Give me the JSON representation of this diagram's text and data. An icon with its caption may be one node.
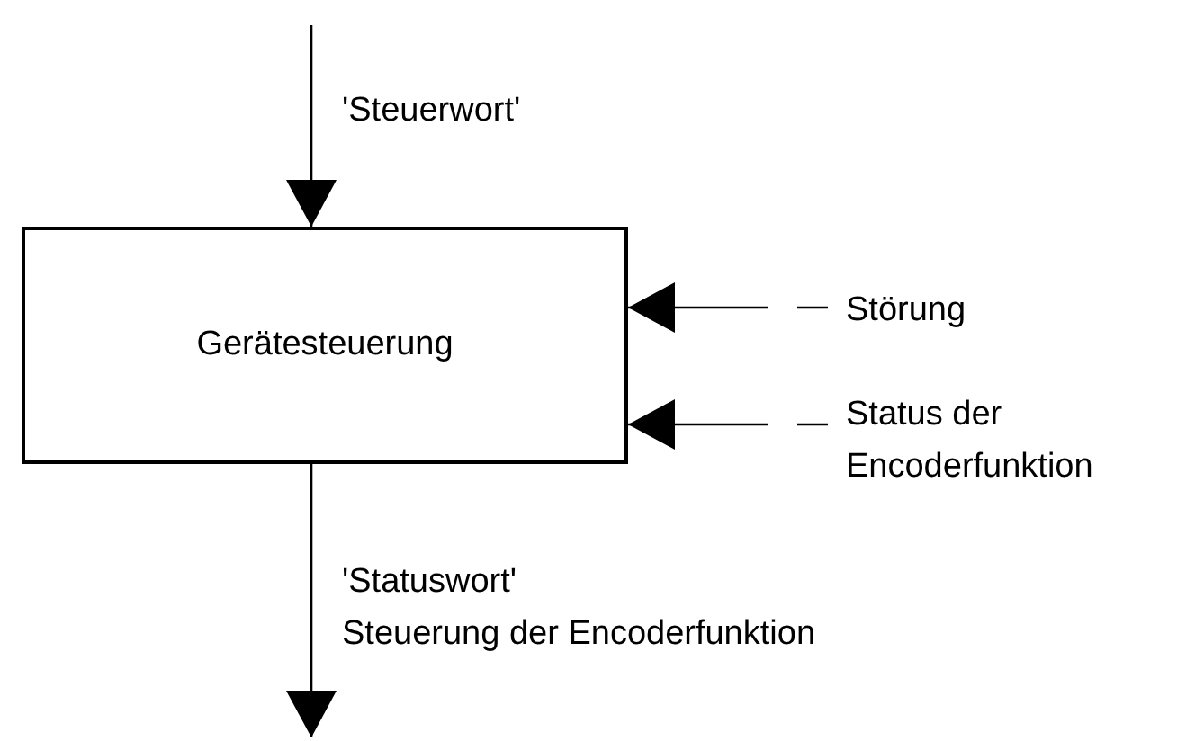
{
  "diagram": {
    "nodes": [
      {
        "text": [
          "Gerätesteuerung"
        ]
      },
      {
        "text": [
          "Störung"
        ]
      },
      {
        "text": [
          "Status der Encoderfunktion"
        ]
      }
    ],
    "edges": [
      {
        "from": null,
        "to": 0,
        "arrow": "to",
        "label": "'Steuerwort'"
      },
      {
        "from": 1,
        "to": 0,
        "arrow": "to",
        "style": "dashed"
      },
      {
        "from": 2,
        "to": 0,
        "arrow": "to",
        "style": "dashed"
      },
      {
        "from": 0,
        "to": null,
        "arrow": "to",
        "label": "'Statuswort'"
      }
    ],
    "labels": [
      "Steuerung der Encoderfunktion"
    ]
  }
}
